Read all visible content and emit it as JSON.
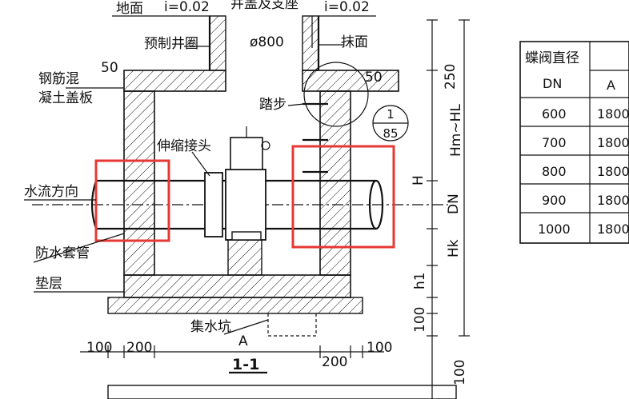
{
  "labels": {
    "ground": "地面",
    "slope_left": "i=0.02",
    "slope_right": "i=0.02",
    "cover_seat": "井盖及支座",
    "precast_ring": "预制井圈",
    "diameter": "ø800",
    "plaster": "抹面",
    "rc_cover_line1": "钢筋混",
    "rc_cover_line2": "凝土盖板",
    "step": "踏步",
    "expansion_joint": "伸缩接头",
    "flow_direction": "水流方向",
    "waterproof_sleeve": "防水套管",
    "cushion": "垫层",
    "sump": "集水坑",
    "section_A": "A",
    "section_title": "1-1"
  },
  "detail_callout": {
    "top": "1",
    "bottom": "85"
  },
  "dimensions": {
    "d50_left": "50",
    "d50_right": "50",
    "d250": "250",
    "hm_hl": "Hm~HL",
    "h": "H",
    "dn": "DN",
    "hk": "Hk",
    "h1": "h1",
    "d100_right": "100",
    "d100_bottom_right": "100",
    "d100_left": "100",
    "d200_left": "200",
    "d200_right": "200",
    "d100_right_bottom": "100"
  },
  "table": {
    "header_label_line1": "蝶阀直径",
    "header_label_line2": "DN",
    "header_col_a": "A",
    "rows": [
      {
        "dn": "600",
        "a": "1800"
      },
      {
        "dn": "700",
        "a": "1800"
      },
      {
        "dn": "800",
        "a": "1800"
      },
      {
        "dn": "900",
        "a": "1800"
      },
      {
        "dn": "1000",
        "a": "1800"
      }
    ]
  },
  "highlight_color": "#e53935"
}
